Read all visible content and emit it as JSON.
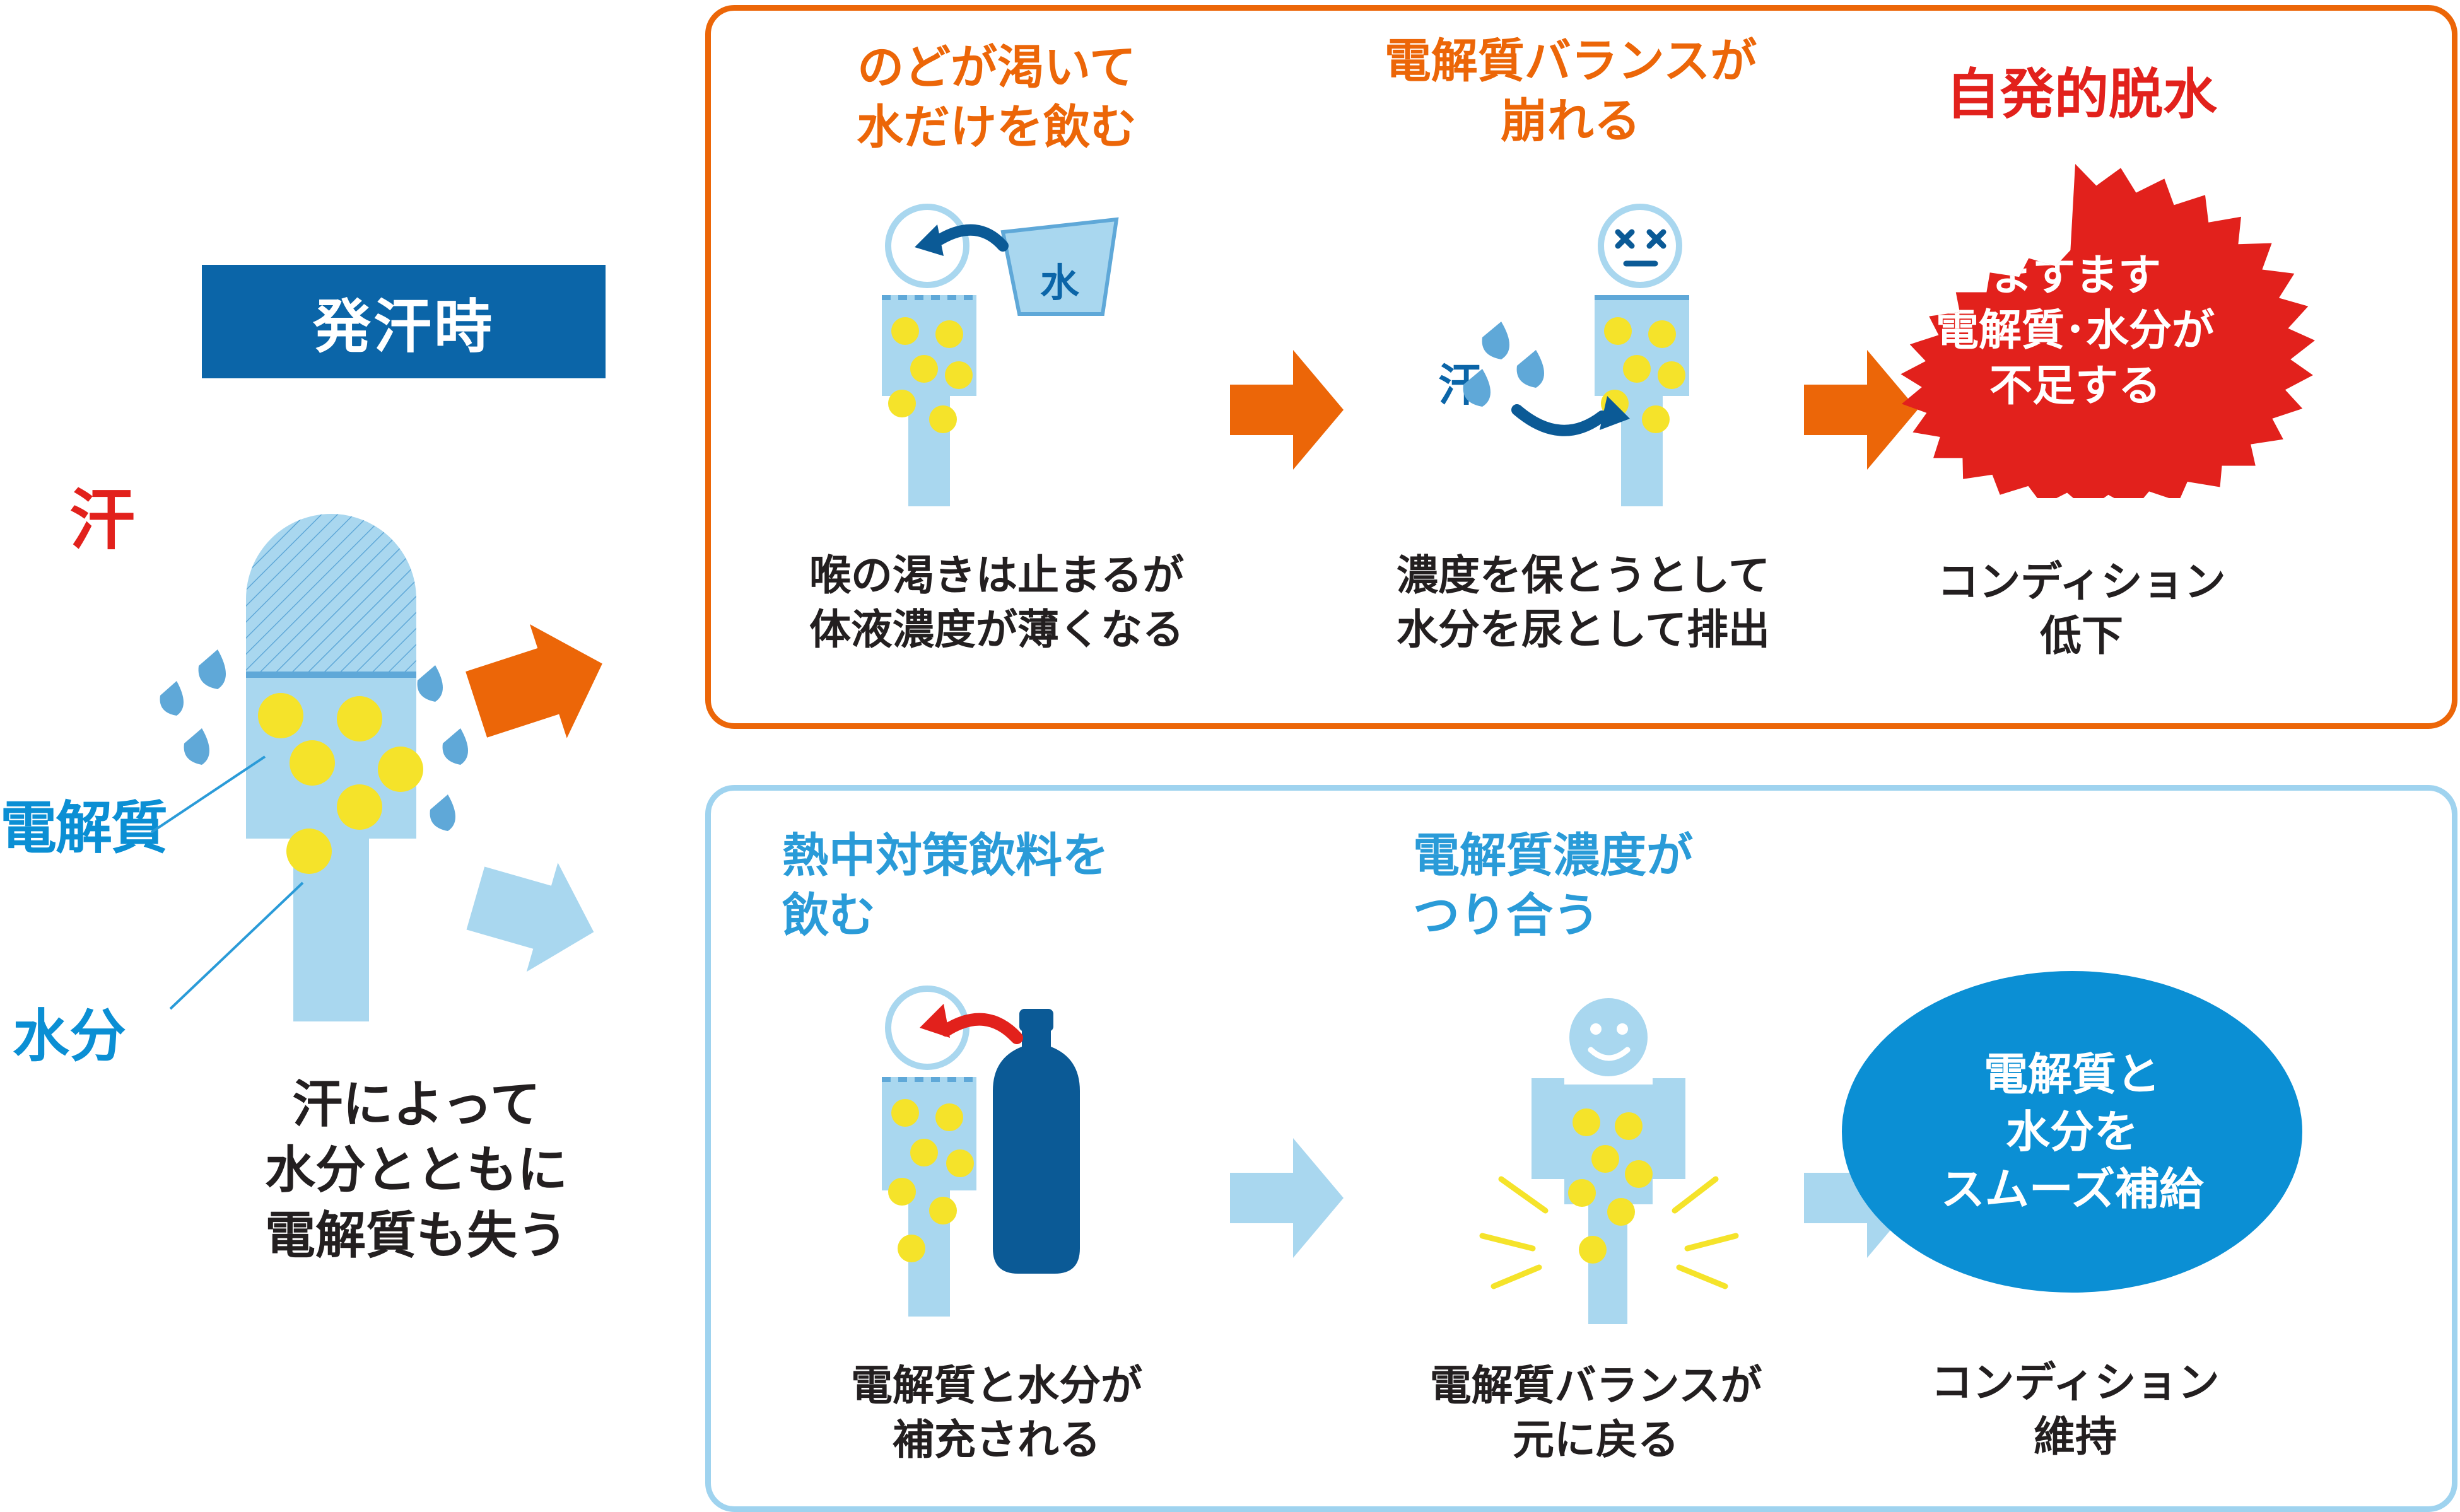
{
  "left": {
    "title": "発汗時",
    "label_sweat": "汗",
    "label_electrolyte": "電解質",
    "label_water": "水分",
    "caption": "汗によって\n水分とともに\n電解質も失う"
  },
  "panel_top": {
    "accent_color": "#ec6608",
    "steps": [
      {
        "heading": "のどが渇いて\n水だけを飲む",
        "caption": "喉の渇きは止まるが\n体液濃度が薄くなる",
        "icon_label": "水"
      },
      {
        "heading": "電解質バランスが\n崩れる",
        "caption": "濃度を保とうとして\n水分を尿として排出",
        "icon_label": "汗"
      },
      {
        "heading": "自発的脱水",
        "burst_text": "ますます\n電解質･水分が\n不足する",
        "caption": "コンディション\n低下"
      }
    ]
  },
  "panel_bottom": {
    "accent_color": "#9fd3ef",
    "steps": [
      {
        "heading": "熱中対策飲料を\n飲む",
        "caption": "電解質と水分が\n補充される"
      },
      {
        "heading": "電解質濃度が\nつり合う",
        "caption": "電解質バランスが\n元に戻る"
      },
      {
        "heading": "",
        "ellipse_text": "電解質と\n水分を\nスムーズ補給",
        "caption": "コンディション\n維持"
      }
    ]
  },
  "colors": {
    "orange": "#ec6608",
    "red": "#e2211c",
    "blue_dark": "#0b65a8",
    "blue": "#0b8fd4",
    "blue_light": "#a9d7ef",
    "yellow": "#f5e32a",
    "light_border": "#9fd3ef"
  }
}
